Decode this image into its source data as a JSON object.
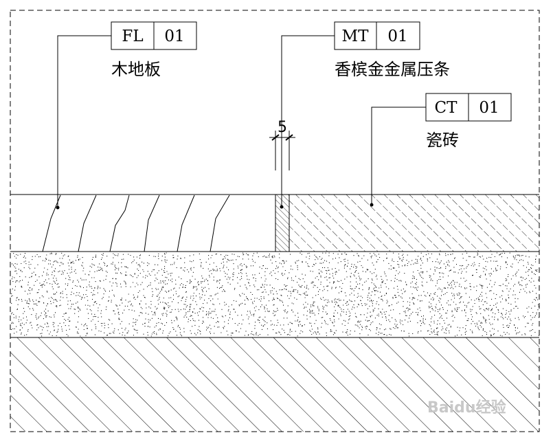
{
  "tags": [
    {
      "id": "fl",
      "code": "FL",
      "number": "01",
      "label": "木地板"
    },
    {
      "id": "mt",
      "code": "MT",
      "number": "01",
      "label": "香槟金金属压条"
    },
    {
      "id": "ct",
      "code": "CT",
      "number": "01",
      "label": "瓷砖"
    }
  ],
  "dimension": {
    "value": "5"
  },
  "watermark": {
    "text": "Baidu经验"
  },
  "colors": {
    "line": "#000000",
    "background": "#ffffff",
    "watermark": "#c8c8c8"
  }
}
